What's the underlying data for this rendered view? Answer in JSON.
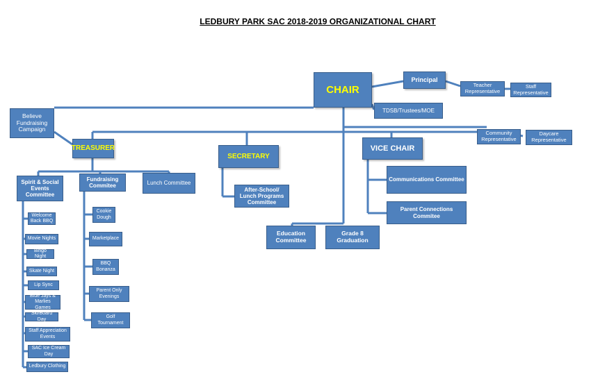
{
  "title": "LEDBURY PARK SAC 2018-2019 ORGANIZATIONAL CHART",
  "nodes": {
    "chair": "CHAIR",
    "principal": "Principal",
    "teacher_rep": "Teacher Representative",
    "staff_rep": "Staff Representative",
    "tdsb": "TDSB/Trustees/MOE",
    "believe": "Believe Fundraising Campaign",
    "treasurer": "TREASURER",
    "community_rep": "Community Representative",
    "daycare_rep": "Daycare Representative",
    "secretary": "SECRETARY",
    "vice_chair": "VICE CHAIR",
    "spirit": "Spirit & Social Events Committee",
    "fundraising": "Fundraising Commitee",
    "lunch": "Lunch Committee",
    "after_school": "After-School/ Lunch Programs Committee",
    "communications": "Communications Committee",
    "parent_connections": "Parent Connections Commitee",
    "education": "Education Committee",
    "grade8": "Grade 8 Graduation",
    "welcome_bbq": "Welcome Back BBQ",
    "movie_nights": "Movie Nights",
    "bingo_night": "Bingo Night",
    "skate_night": "Skate Night",
    "lip_sync": "Lip Sync",
    "blue_jays": "Blue Jays & Marlies Games",
    "ski_day": "Ski/Board Day",
    "staff_appreciation": "Staff Appreciation Events",
    "ice_cream": "SAC Ice Cream Day",
    "clothing": "Ledbury Clothing",
    "cookie_dough": "Cookie Dough",
    "marketplace": "Marketplace",
    "bbq_bonanza": "BBQ Bonanza",
    "parent_only": "Parent Only Evenings",
    "golf": "Golf Tournament"
  }
}
